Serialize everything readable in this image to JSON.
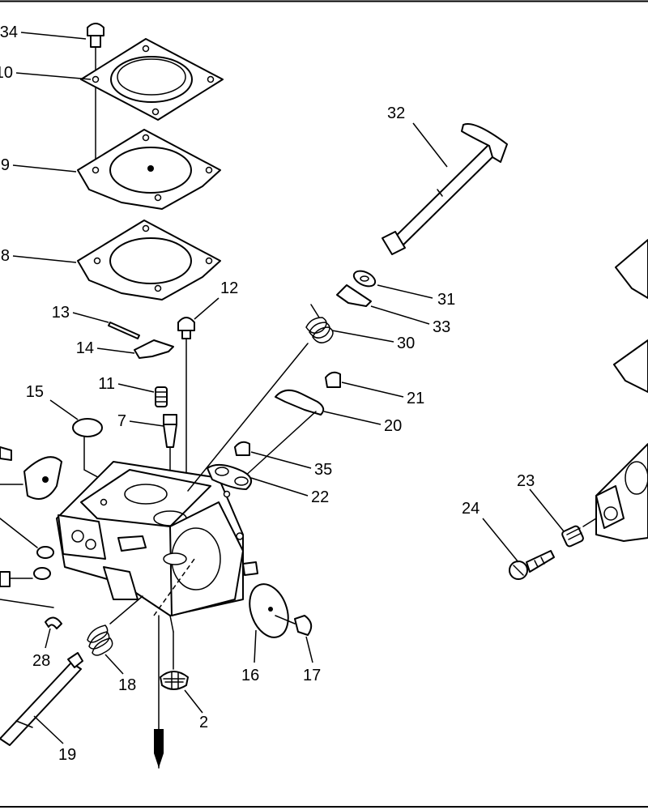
{
  "diagram": {
    "callouts": [
      {
        "id": "34",
        "text": "34"
      },
      {
        "id": "10",
        "text": "10"
      },
      {
        "id": "9",
        "text": "9"
      },
      {
        "id": "8",
        "text": "8"
      },
      {
        "id": "13",
        "text": "13"
      },
      {
        "id": "14",
        "text": "14"
      },
      {
        "id": "12",
        "text": "12"
      },
      {
        "id": "11",
        "text": "11"
      },
      {
        "id": "15",
        "text": "15"
      },
      {
        "id": "7",
        "text": "7"
      },
      {
        "id": "32",
        "text": "32"
      },
      {
        "id": "31",
        "text": "31"
      },
      {
        "id": "33",
        "text": "33"
      },
      {
        "id": "30",
        "text": "30"
      },
      {
        "id": "21",
        "text": "21"
      },
      {
        "id": "20",
        "text": "20"
      },
      {
        "id": "35",
        "text": "35"
      },
      {
        "id": "22",
        "text": "22"
      },
      {
        "id": "23",
        "text": "23"
      },
      {
        "id": "24",
        "text": "24"
      },
      {
        "id": "28",
        "text": "28"
      },
      {
        "id": "18",
        "text": "18"
      },
      {
        "id": "19",
        "text": "19"
      },
      {
        "id": "16",
        "text": "16"
      },
      {
        "id": "17",
        "text": "17"
      },
      {
        "id": "2",
        "text": "2"
      }
    ]
  }
}
